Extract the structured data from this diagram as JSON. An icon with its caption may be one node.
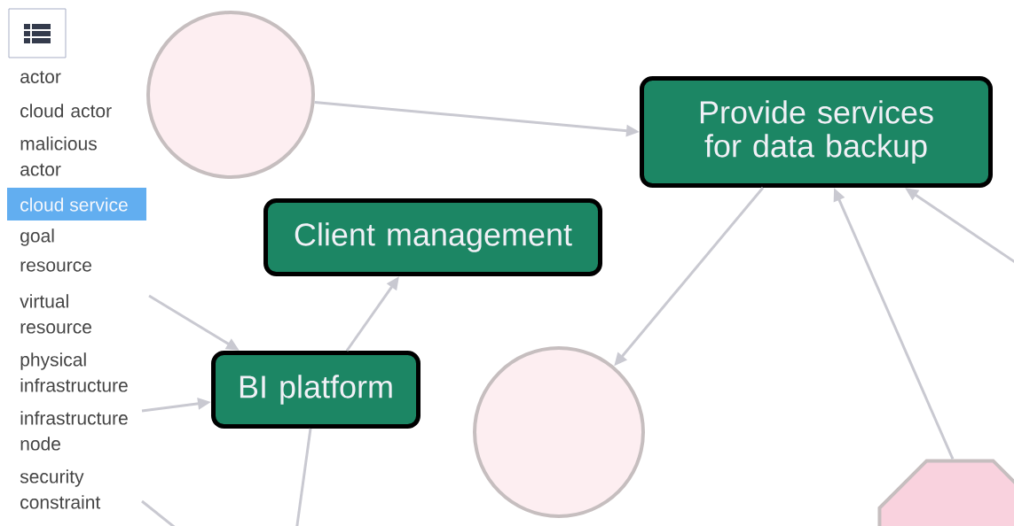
{
  "diagram": {
    "nodes": [
      {
        "text": [],
        "shape": "circle"
      },
      {
        "text": [
          "Provide services for data backup"
        ]
      },
      {
        "text": [
          "Client management"
        ]
      },
      {
        "text": [
          "BI platform"
        ]
      },
      {
        "text": [],
        "shape": "circle"
      },
      {
        "text": [],
        "shape": "octagon"
      }
    ],
    "edges": [
      {
        "from": 0,
        "to": 1,
        "arrow": "to"
      },
      {
        "from": 3,
        "to": 2,
        "arrow": "to"
      },
      {
        "from": 1,
        "to": 4,
        "arrow": "to"
      },
      {
        "from": 5,
        "to": 1,
        "arrow": "to"
      },
      {
        "from": null,
        "to": 1,
        "arrow": "to"
      },
      {
        "from": null,
        "to": 3,
        "arrow": "to"
      },
      {
        "from": null,
        "to": 3,
        "arrow": "to"
      },
      {
        "from": 3,
        "to": null,
        "arrow": "none"
      }
    ],
    "labels": [
      "actor",
      "cloud actor",
      "malicious actor",
      "cloud service",
      "goal",
      "resource",
      "virtual resource",
      "physical infrastructure",
      "infrastructure node",
      "security constraint"
    ]
  }
}
